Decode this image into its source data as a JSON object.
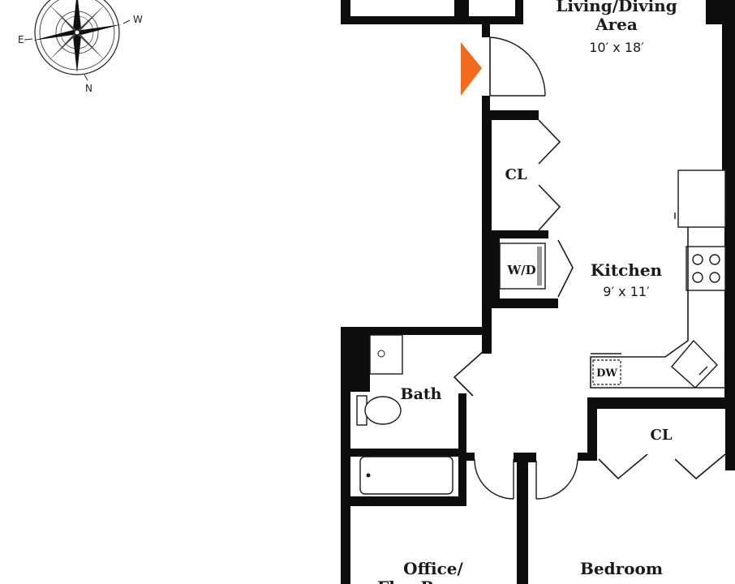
{
  "compass": {
    "north": "N",
    "east": "E",
    "west": "W",
    "icon": "compass-rose-icon"
  },
  "rooms": {
    "living": {
      "name_line1": "Living/Diving",
      "name_line2": "Area",
      "size": "10′ x 18′"
    },
    "closet_hall": {
      "name": "CL"
    },
    "washer_dryer": {
      "name": "W/D"
    },
    "kitchen": {
      "name": "Kitchen",
      "size": "9′ x 11′"
    },
    "dishwasher": {
      "name": "DW"
    },
    "bath": {
      "name": "Bath"
    },
    "closet_bedroom": {
      "name": "CL"
    },
    "office": {
      "name_line1": "Office/",
      "name_line2": "Flex Room"
    },
    "bedroom": {
      "name": "Bedroom"
    }
  },
  "entry_marker": {
    "icon": "entry-arrow-icon",
    "color": "#f26b1d"
  },
  "colors": {
    "wall": "#0d0d0d",
    "entry": "#f26b1d"
  }
}
